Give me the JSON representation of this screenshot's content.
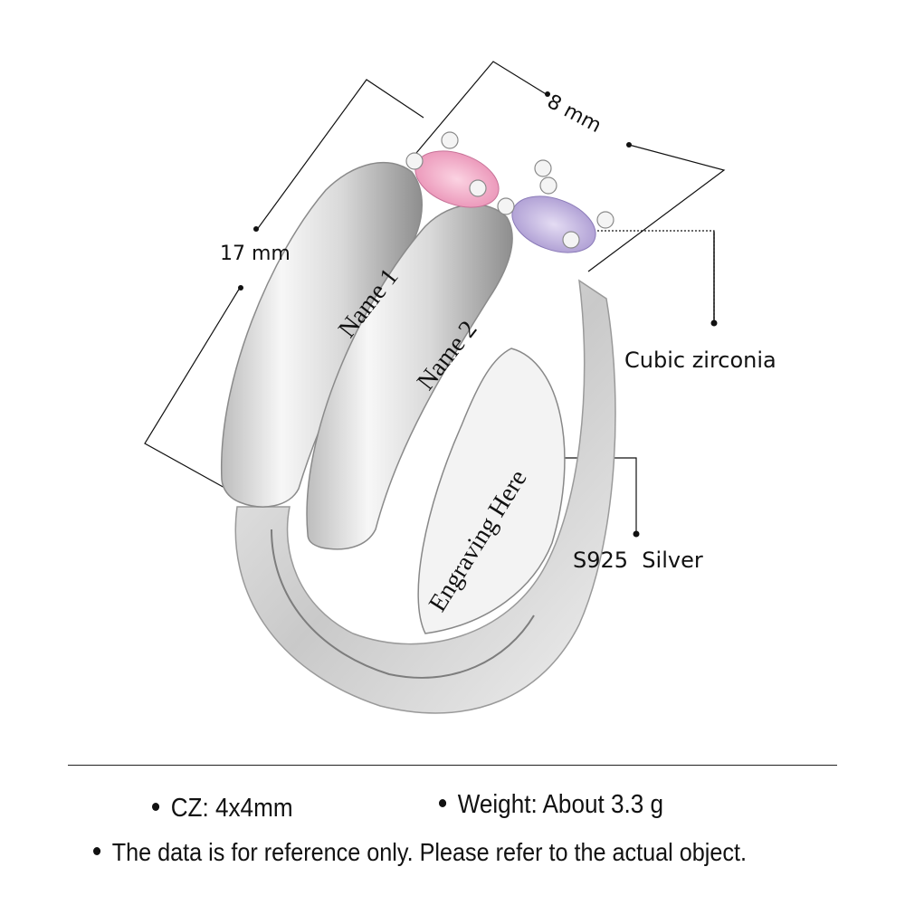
{
  "product": {
    "type": "ring",
    "material_colors": {
      "silver": "#e6e6e6",
      "pink_stone": "#f2a9c4",
      "lavender_stone": "#c2b4e0"
    }
  },
  "dimensions": {
    "width_label": "8 mm",
    "height_label": "17 mm"
  },
  "engravings": {
    "name1": "Name 1",
    "name2": "Name 2",
    "inner": "Engraving Here"
  },
  "callouts": {
    "stone": "Cubic zirconia",
    "metal": "S925  Silver"
  },
  "specs": {
    "cz": "CZ: 4x4mm",
    "weight": "Weight: About 3.3 g",
    "note": "The data is for reference only. Please refer to the actual object."
  }
}
